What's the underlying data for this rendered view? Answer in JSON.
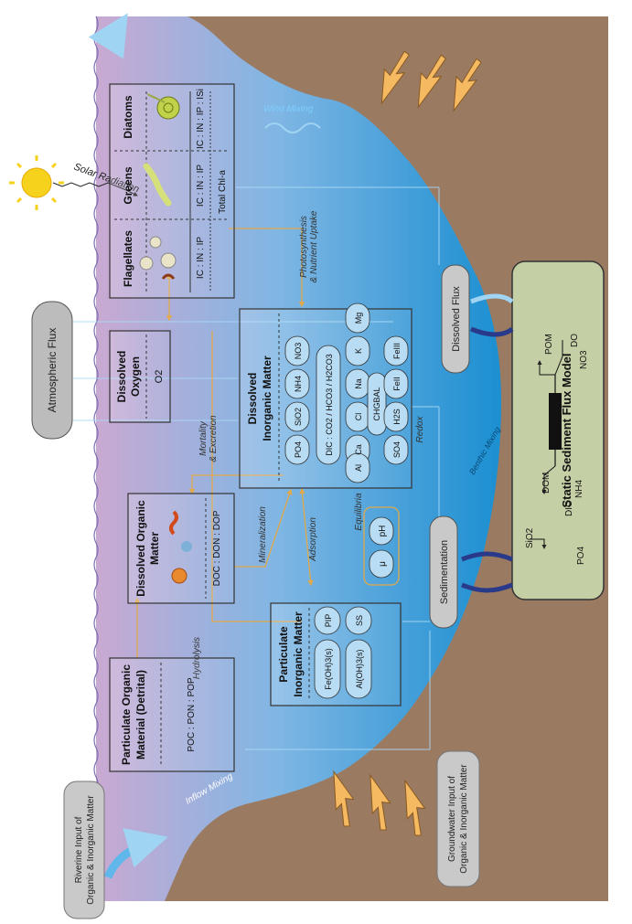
{
  "labels": {
    "atmospheric_flux": "Atmospheric Flux",
    "solar_radiation": "Solar Radiation",
    "riverine_input": [
      "Riverine Input of",
      "Organic & Inorganic Matter"
    ],
    "groundwater_input": [
      "Groundwater Input of",
      "Organic & Inorganic Matter"
    ],
    "inflow_mixing": "Inflow Mixing",
    "wind_mixing": "Wind Mixing",
    "benthic_mixing": "Benthic Mixing",
    "dissolved_flux": "Dissolved Flux",
    "sedimentation": "Sedimentation",
    "mortality": "Mortality",
    "excretion": "& Excretion",
    "photosynthesis": "Photosynthesis",
    "nutrient_uptake": "& Nutrient Uptake",
    "mineralization": "Mineralization",
    "hydrolysis": "Hydrolysis",
    "adsorption": "Adsorption",
    "equilibria": "Equilibria",
    "redox": "Redox"
  },
  "phyto": {
    "diatoms": "Diatoms",
    "greens": "Greens",
    "flagellates": "Flagellates",
    "diatoms_ratio": "IC : IN : IP : ISi",
    "greens_ratio": "IC : IN : IP",
    "flagellates_ratio": "IC : IN : IP",
    "total_chla": "Total Chl-a"
  },
  "dissolved_oxygen": {
    "title": [
      "Dissolved",
      "Oxygen"
    ],
    "species": "O2"
  },
  "dissolved_organic": {
    "title": [
      "Dissolved Organic",
      "Matter"
    ],
    "ratio": "DOC : DON : DOP"
  },
  "particulate_organic": {
    "title": [
      "Particulate Organic",
      "Material (Detrital)"
    ],
    "ratio": "POC : PON : POP"
  },
  "dissolved_inorganic": {
    "title": [
      "Dissolved",
      "Inorganic Matter"
    ],
    "nutrients": [
      "PO4",
      "SiO2",
      "NH4",
      "NO3"
    ],
    "carbonate": "DIC : CO2 / HCO3 / H2CO3",
    "ions": [
      "Al",
      "Ca",
      "Cl",
      "Na",
      "K",
      "Mg"
    ],
    "chgbal": "CHGBAL",
    "redox_species": [
      "SO4",
      "H2S",
      "FeII",
      "FeIII"
    ]
  },
  "particulate_inorganic": {
    "title": [
      "Particulate",
      "Inorganic Matter"
    ],
    "items": [
      "Fe(OH)3(s)",
      "Al(OH)3(s)",
      "PIP",
      "SS"
    ]
  },
  "equilibria_items": [
    "pH",
    "μ"
  ],
  "sediment_model": {
    "title": "Static Sediment Flux Model",
    "labels": [
      "POM",
      "DO",
      "NO3",
      "DOM",
      "NH4",
      "DIC",
      "SiO2",
      "PO4"
    ]
  },
  "colors": {
    "soil": "#9b7a62",
    "water": "#2f9fd8",
    "sky_top": "#c9a6cf",
    "orange_arrow": "#f5b962",
    "process_line": "#e1a94a",
    "sediment_panel": "#c5cfa6"
  }
}
